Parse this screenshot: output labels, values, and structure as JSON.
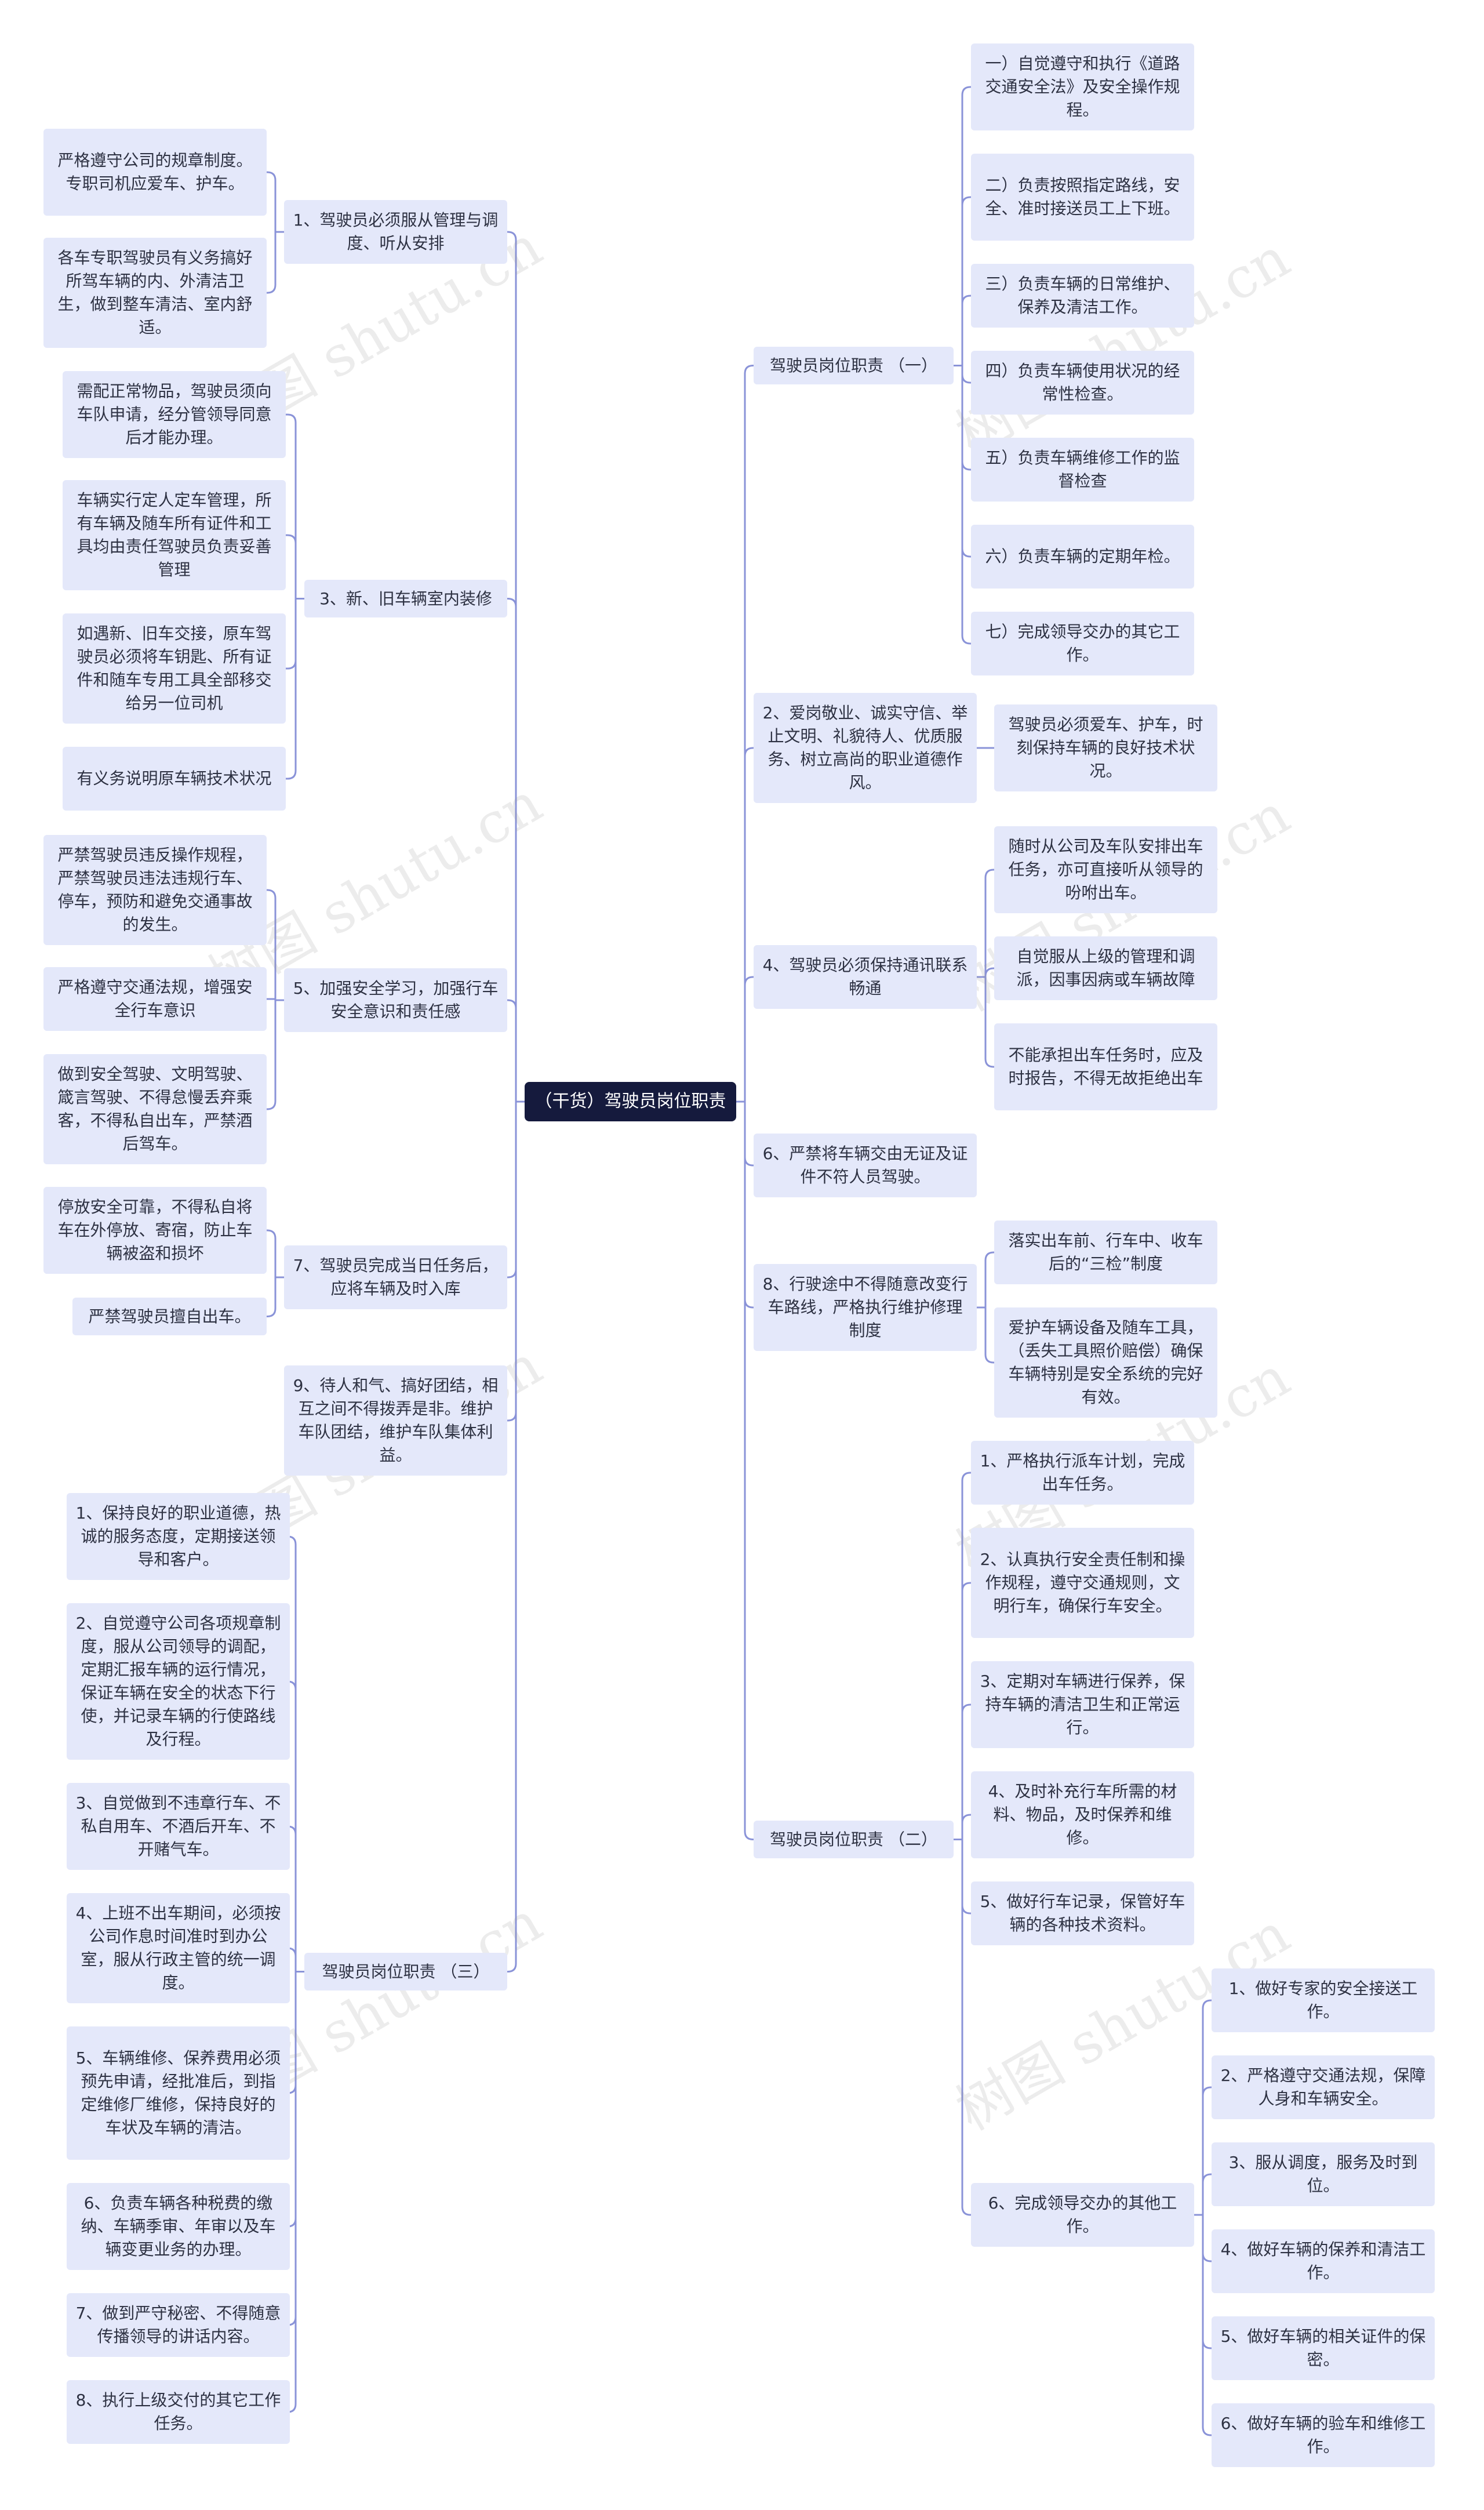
{
  "root": "（干货）驾驶员岗位职责",
  "watermark": "树图 shutu.cn",
  "colors": {
    "node_bg": "#e4e8fa",
    "root_bg": "#151a3d",
    "edge": "#8a93d8"
  },
  "left": [
    {
      "label": "1、驾驶员必须服从管理与调度、听从安排",
      "children": [
        "严格遵守公司的规章制度。专职司机应爱车、护车。",
        "各车专职驾驶员有义务搞好所驾车辆的内、外清洁卫生，做到整车清洁、室内舒适。"
      ]
    },
    {
      "label": "3、新、旧车辆室内装修",
      "children": [
        "需配正常物品，驾驶员须向车队申请，经分管领导同意后才能办理。",
        "车辆实行定人定车管理，所有车辆及随车所有证件和工具均由责任驾驶员负责妥善管理",
        "如遇新、旧车交接，原车驾驶员必须将车钥匙、所有证件和随车专用工具全部移交给另一位司机",
        "有义务说明原车辆技术状况"
      ]
    },
    {
      "label": "5、加强安全学习，加强行车安全意识和责任感",
      "children": [
        "严禁驾驶员违反操作规程，严禁驾驶员违法违规行车、停车，预防和避免交通事故的发生。",
        "严格遵守交通法规，增强安全行车意识",
        "做到安全驾驶、文明驾驶、箴言驾驶、不得怠慢丢弃乘客，不得私自出车，严禁酒后驾车。"
      ]
    },
    {
      "label": "7、驾驶员完成当日任务后，应将车辆及时入库",
      "children": [
        "停放安全可靠，不得私自将车在外停放、寄宿，防止车辆被盗和损坏",
        "严禁驾驶员擅自出车。"
      ]
    },
    {
      "label": "9、待人和气、搞好团结，相互之间不得拨弄是非。维护车队团结，维护车队集体利益。",
      "children": []
    },
    {
      "label": "驾驶员岗位职责 （三）",
      "children": [
        "1、保持良好的职业道德，热诚的服务态度，定期接送领导和客户。",
        "2、自觉遵守公司各项规章制度，服从公司领导的调配，定期汇报车辆的运行情况，保证车辆在安全的状态下行使，并记录车辆的行使路线及行程。",
        "3、自觉做到不违章行车、不私自用车、不酒后开车、不开赌气车。",
        "4、上班不出车期间，必须按公司作息时间准时到办公室，服从行政主管的统一调度。",
        "5、车辆维修、保养费用必须预先申请，经批准后，到指定维修厂维修，保持良好的车状及车辆的清洁。",
        "6、负责车辆各种税费的缴纳、车辆季审、年审以及车辆变更业务的办理。",
        "7、做到严守秘密、不得随意传播领导的讲话内容。",
        "8、执行上级交付的其它工作任务。"
      ]
    }
  ],
  "right": [
    {
      "label": "驾驶员岗位职责 （一）",
      "children": [
        "一）自觉遵守和执行《道路交通安全法》及安全操作规程。",
        "二）负责按照指定路线，安全、准时接送员工上下班。",
        "三）负责车辆的日常维护、保养及清洁工作。",
        "四）负责车辆使用状况的经常性检查。",
        "五）负责车辆维修工作的监督检查",
        "六）负责车辆的定期年检。",
        "七）完成领导交办的其它工作。"
      ]
    },
    {
      "label": "2、爱岗敬业、诚实守信、举止文明、礼貌待人、优质服务、树立高尚的职业道德作风。",
      "children": [
        "驾驶员必须爱车、护车，时刻保持车辆的良好技术状况。"
      ]
    },
    {
      "label": "4、驾驶员必须保持通讯联系畅通",
      "children": [
        "随时从公司及车队安排出车任务，亦可直接听从领导的吩咐出车。",
        "自觉服从上级的管理和调派，因事因病或车辆故障",
        "不能承担出车任务时，应及时报告，不得无故拒绝出车"
      ]
    },
    {
      "label": "6、严禁将车辆交由无证及证件不符人员驾驶。",
      "children": []
    },
    {
      "label": "8、行驶途中不得随意改变行车路线，严格执行维护修理制度",
      "children": [
        "落实出车前、行车中、收车后的“三检”制度",
        "爱护车辆设备及随车工具，（丢失工具照价赔偿）确保车辆特别是安全系统的完好有效。"
      ]
    },
    {
      "label": "驾驶员岗位职责 （二）",
      "children": [
        {
          "label": "1、严格执行派车计划，完成出车任务。",
          "children": []
        },
        {
          "label": "2、认真执行安全责任制和操作规程，遵守交通规则，文明行车，确保行车安全。",
          "children": []
        },
        {
          "label": "3、定期对车辆进行保养，保持车辆的清洁卫生和正常运行。",
          "children": []
        },
        {
          "label": "4、及时补充行车所需的材料、物品，及时保养和维修。",
          "children": []
        },
        {
          "label": "5、做好行车记录，保管好车辆的各种技术资料。",
          "children": []
        },
        {
          "label": "6、完成领导交办的其他工作。",
          "children": [
            "1、做好专家的安全接送工作。",
            "2、严格遵守交通法规，保障人身和车辆安全。",
            "3、服从调度，服务及时到位。",
            "4、做好车辆的保养和清洁工作。",
            "5、做好车辆的相关证件的保密。",
            "6、做好车辆的验车和维修工作。"
          ]
        }
      ]
    }
  ]
}
